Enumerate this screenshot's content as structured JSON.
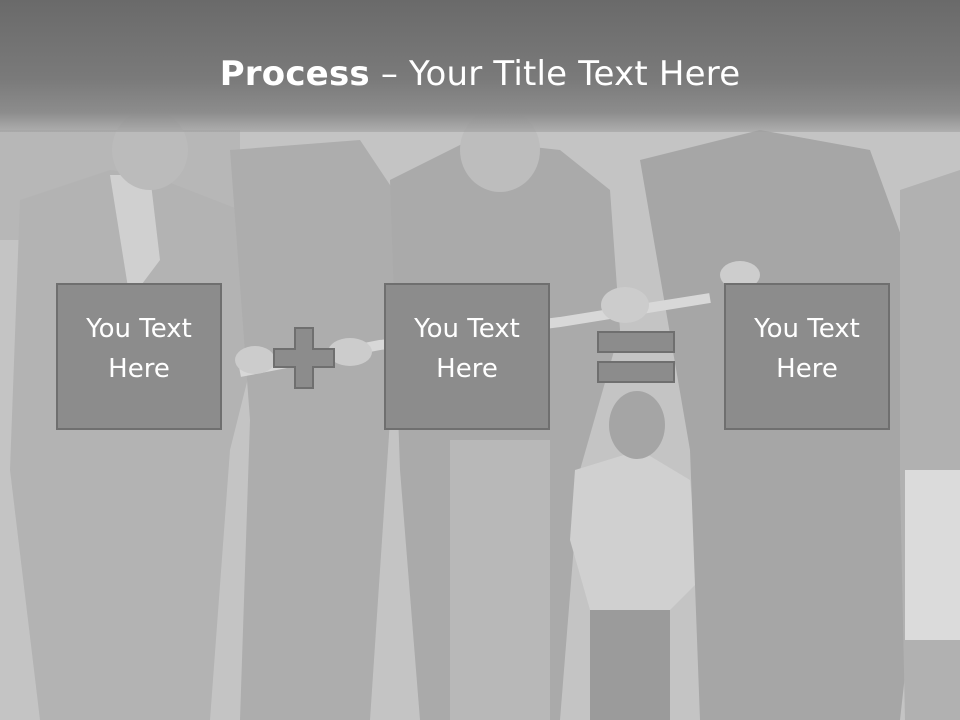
{
  "slide": {
    "title_bold": "Process",
    "title_rest": " – Your Title Text Here",
    "boxes": [
      {
        "text": "You Text Here"
      },
      {
        "text": "You Text Here"
      },
      {
        "text": "You Text Here"
      }
    ],
    "operators": [
      "plus-icon",
      "equals-icon"
    ],
    "colors": {
      "title_band": "#6a6a6a",
      "box_fill": "#8c8c8c",
      "box_border": "#6f6f6f",
      "text": "#ffffff"
    }
  }
}
